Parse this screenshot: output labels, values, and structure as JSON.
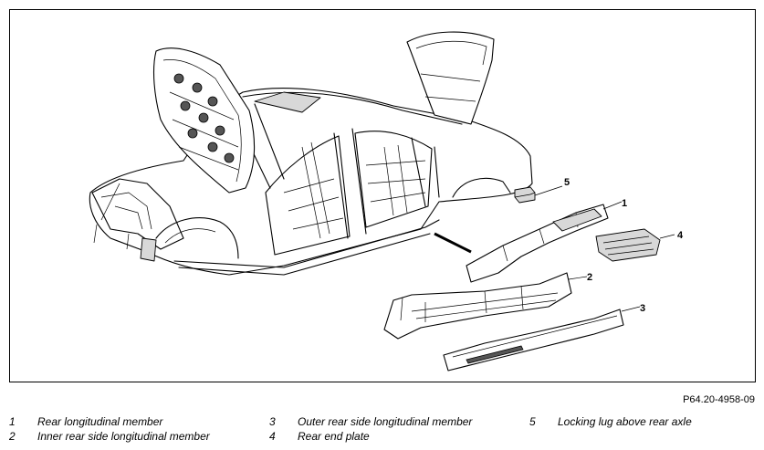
{
  "figure": {
    "reference": "P64.20-4958-09",
    "callouts": [
      "1",
      "2",
      "3",
      "4",
      "5"
    ]
  },
  "legend": [
    {
      "num": "1",
      "label": "Rear longitudinal member"
    },
    {
      "num": "2",
      "label": "Inner rear side longitudinal member"
    },
    {
      "num": "3",
      "label": "Outer rear side longitudinal member"
    },
    {
      "num": "4",
      "label": "Rear end plate"
    },
    {
      "num": "5",
      "label": "Locking lug above rear axle"
    }
  ]
}
